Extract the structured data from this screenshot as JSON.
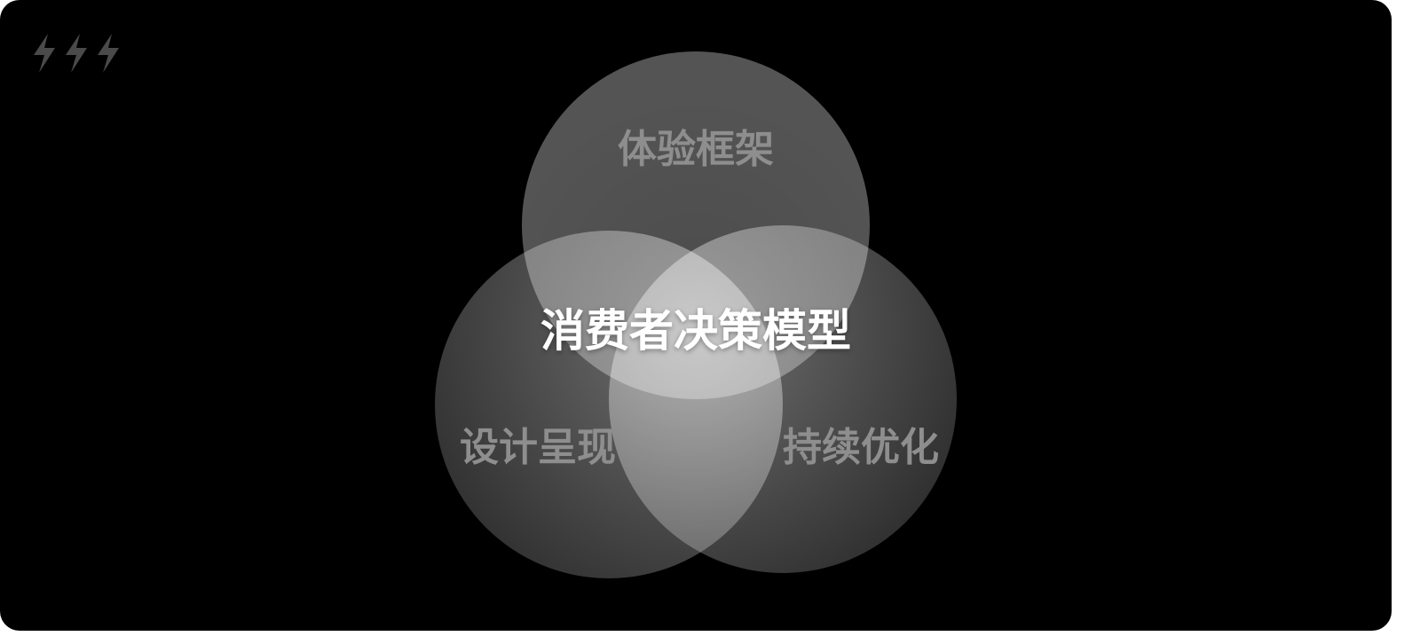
{
  "logo": {
    "icon": "lightning-bolts-icon",
    "color": "#4a4a4a"
  },
  "venn": {
    "center_label": "消费者决策模型",
    "sets": [
      {
        "id": "top",
        "label": "体验框架"
      },
      {
        "id": "left",
        "label": "设计呈现"
      },
      {
        "id": "right",
        "label": "持续优化"
      }
    ],
    "colors": {
      "background": "#000000",
      "set_label": "#8e8e8e",
      "center_label": "#ffffff"
    }
  }
}
